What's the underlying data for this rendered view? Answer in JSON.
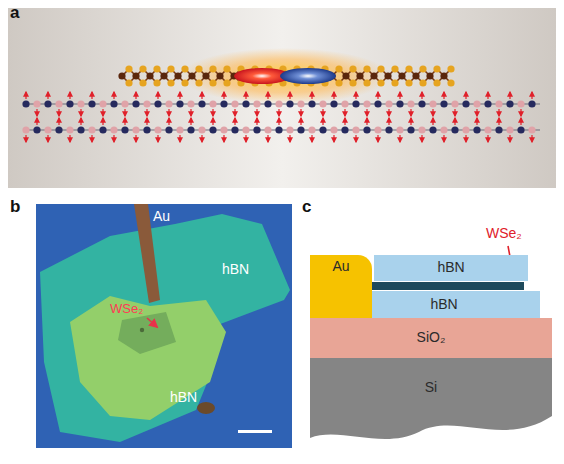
{
  "diagram": {
    "nodes": [
      {
        "text": [
          "Au"
        ]
      },
      {
        "text": [
          "hBN"
        ]
      },
      {
        "text": [
          "hBN"
        ]
      },
      {
        "text": [
          "SiO₂"
        ]
      },
      {
        "text": [
          "Si"
        ]
      }
    ],
    "labels": [
      "a",
      "b",
      "Au",
      "WSe₂",
      "hBN",
      "hBN",
      "c",
      "WSe₂"
    ]
  }
}
